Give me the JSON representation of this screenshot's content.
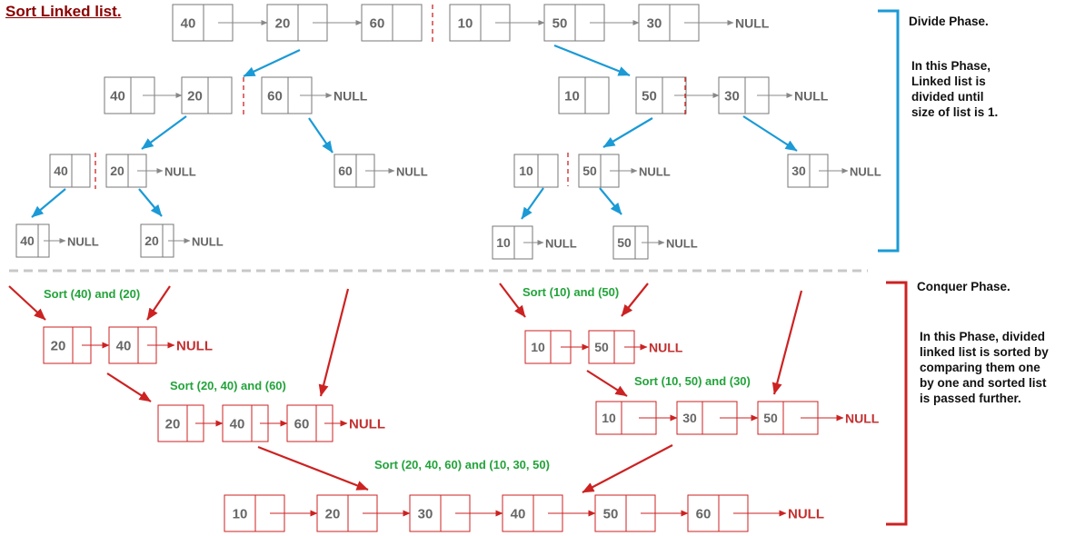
{
  "title": "Sort Linked list.",
  "null_label": "NULL",
  "divide": {
    "heading": "Divide Phase.",
    "description_lines": [
      "In this Phase,",
      "Linked list is",
      "divided until",
      "size of list is 1."
    ]
  },
  "conquer": {
    "heading": "Conquer Phase.",
    "description_lines": [
      "In this Phase, divided",
      "linked list is sorted by",
      "comparing them one",
      "by one and sorted list",
      "is passed further."
    ]
  },
  "colors": {
    "divide_arrow": "#1b9ad6",
    "conquer": "#cc2222",
    "sort_label": "#22a33a",
    "node_gray": "#777777",
    "text_gray": "#666666",
    "null_red": "#c43030"
  },
  "divide_lists": [
    {
      "id": "d0a",
      "values": [
        "40",
        "20",
        "60"
      ],
      "null": false
    },
    {
      "id": "d0b",
      "values": [
        "10",
        "50",
        "30"
      ],
      "null": true
    },
    {
      "id": "d1a",
      "values": [
        "40",
        "20"
      ],
      "null": false
    },
    {
      "id": "d1b",
      "values": [
        "60"
      ],
      "null": true
    },
    {
      "id": "d1c",
      "values": [
        "10"
      ],
      "null": false
    },
    {
      "id": "d1d",
      "values": [
        "50",
        "30"
      ],
      "null": true
    },
    {
      "id": "d2a",
      "values": [
        "40"
      ],
      "null": false
    },
    {
      "id": "d2b",
      "values": [
        "20"
      ],
      "null": true
    },
    {
      "id": "d2c",
      "values": [
        "60"
      ],
      "null": true
    },
    {
      "id": "d2d",
      "values": [
        "10"
      ],
      "null": false
    },
    {
      "id": "d2e",
      "values": [
        "50"
      ],
      "null": true
    },
    {
      "id": "d2f",
      "values": [
        "30"
      ],
      "null": true
    },
    {
      "id": "d3a",
      "values": [
        "40"
      ],
      "null": true
    },
    {
      "id": "d3b",
      "values": [
        "20"
      ],
      "null": true
    },
    {
      "id": "d3c",
      "values": [
        "10"
      ],
      "null": true
    },
    {
      "id": "d3d",
      "values": [
        "50"
      ],
      "null": true
    }
  ],
  "conquer_lists": [
    {
      "id": "c1",
      "values": [
        "20",
        "40"
      ],
      "null": true
    },
    {
      "id": "c2",
      "values": [
        "20",
        "40",
        "60"
      ],
      "null": true
    },
    {
      "id": "c3",
      "values": [
        "10",
        "50"
      ],
      "null": true
    },
    {
      "id": "c4",
      "values": [
        "10",
        "30",
        "50"
      ],
      "null": true
    },
    {
      "id": "c5",
      "values": [
        "10",
        "20",
        "30",
        "40",
        "50",
        "60"
      ],
      "null": true
    }
  ],
  "sort_labels": [
    "Sort (40) and (20)",
    "Sort (20, 40) and (60)",
    "Sort (10) and (50)",
    "Sort (10, 50) and (30)",
    "Sort (20, 40, 60) and (10, 30, 50)"
  ]
}
